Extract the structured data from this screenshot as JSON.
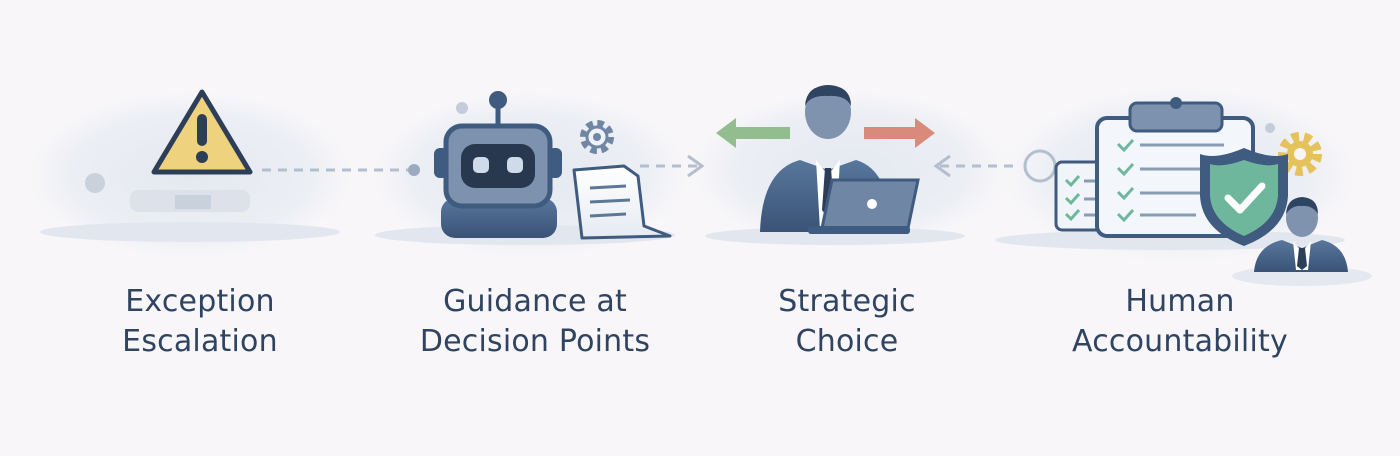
{
  "steps": [
    {
      "line1": "Exception",
      "line2": "Escalation",
      "icon": "warning-icon"
    },
    {
      "line1": "Guidance at",
      "line2": "Decision Points",
      "icon": "robot-icon"
    },
    {
      "line1": "Strategic",
      "line2": "Choice",
      "icon": "businessman-laptop-icon"
    },
    {
      "line1": "Human",
      "line2": "Accountability",
      "icon": "clipboard-shield-icon"
    }
  ],
  "colors": {
    "background": "#f8f6f9",
    "text": "#2f4461",
    "navy": "#3f5b80",
    "warning_fill": "#efd27e",
    "arrow_green": "#93bd8e",
    "arrow_red": "#d98a7b",
    "shield_teal": "#6fb79c",
    "gear_gold": "#e6c25c"
  }
}
